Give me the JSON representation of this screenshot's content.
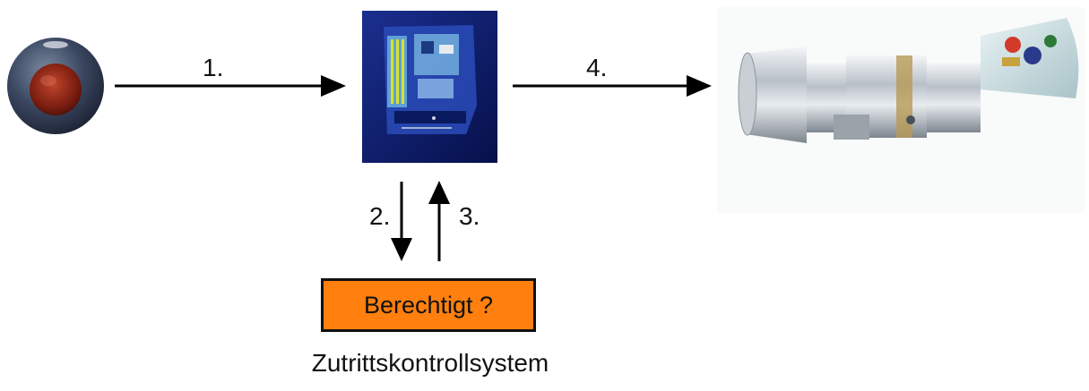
{
  "diagram": {
    "steps": [
      "1.",
      "2.",
      "3.",
      "4."
    ],
    "decision_label": "Berechtigt ?",
    "system_caption": "Zutrittskontrollsystem",
    "icons": {
      "token": "transponder-key-fob-icon",
      "controller": "access-controller-icon",
      "cylinder": "electronic-lock-cylinder-icon"
    },
    "colors": {
      "decision_fill": "#ff7f0f",
      "controller_bg": "#0d1b6b",
      "arrow": "#000000"
    }
  }
}
